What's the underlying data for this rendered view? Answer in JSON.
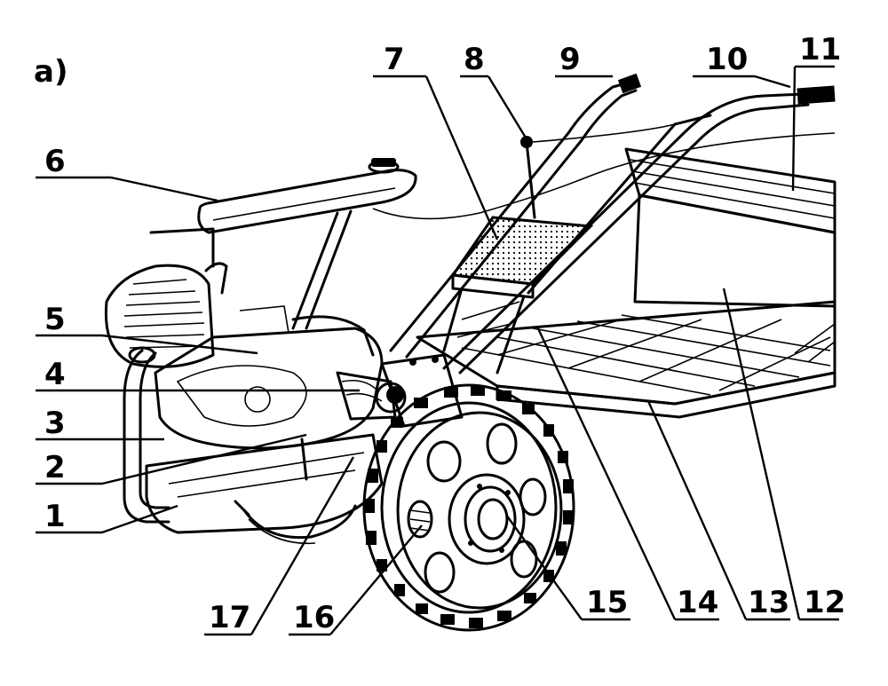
{
  "figure": {
    "panel_label": "a)",
    "callouts": [
      "1",
      "2",
      "3",
      "4",
      "5",
      "6",
      "7",
      "8",
      "9",
      "10",
      "11",
      "12",
      "13",
      "14",
      "15",
      "16",
      "17"
    ]
  }
}
